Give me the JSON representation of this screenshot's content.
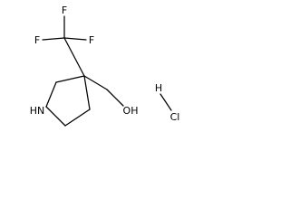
{
  "structure": {
    "atoms": {
      "f_top": "F",
      "f_left": "F",
      "f_right": "F",
      "amine_nh": "HN",
      "hydroxyl_oh": "OH",
      "acid_h": "H",
      "acid_cl": "Cl"
    }
  },
  "colors": {
    "bond": "#000000",
    "label": "#000000",
    "background": "#ffffff"
  }
}
